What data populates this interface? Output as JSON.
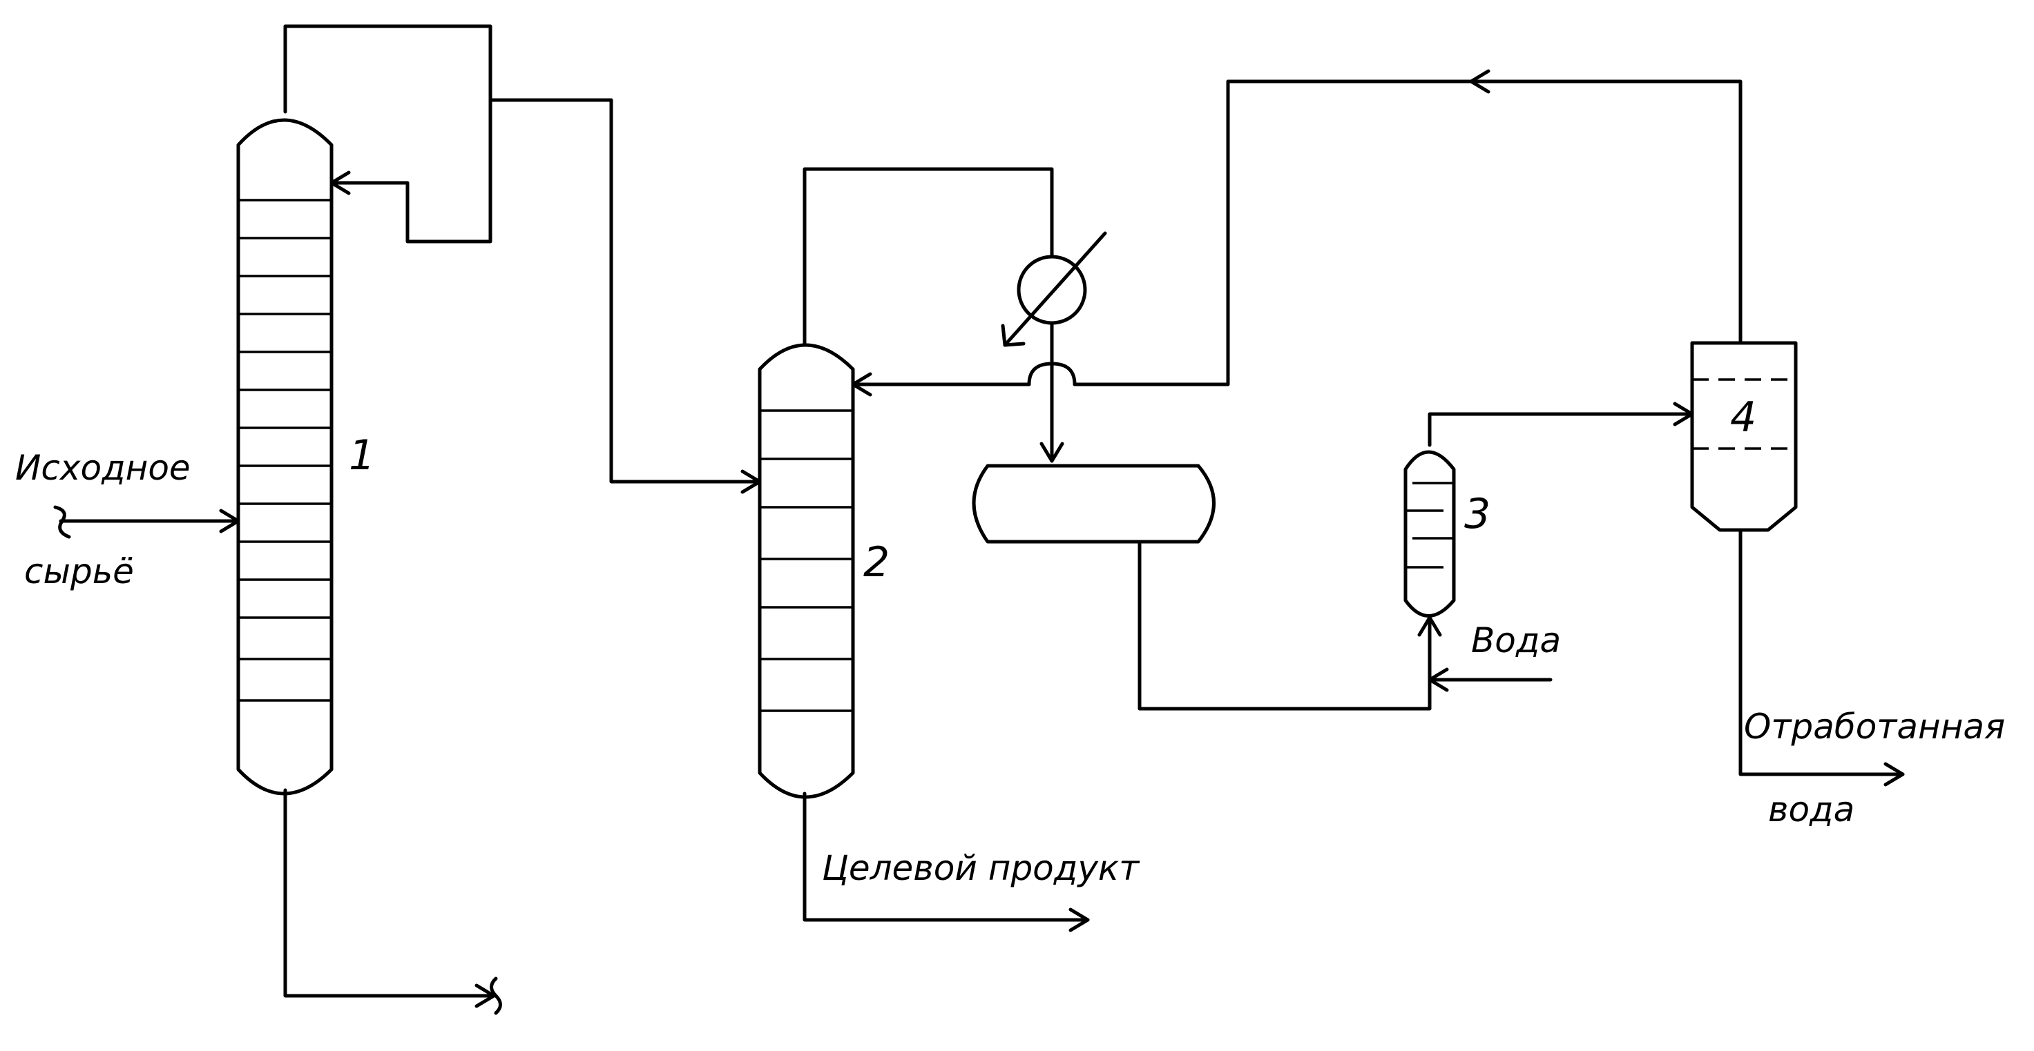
{
  "labels": {
    "feed_line1": "Исходное",
    "feed_line2": "сырьё",
    "target_product": "Целевой продукт",
    "water_in": "Вода",
    "waste_water_line1": "Отработанная",
    "waste_water_line2": "вода"
  },
  "equipment": [
    {
      "id": "1",
      "kind": "column"
    },
    {
      "id": "2",
      "kind": "column"
    },
    {
      "id": "3",
      "kind": "extractor"
    },
    {
      "id": "4",
      "kind": "separator"
    }
  ],
  "unnumbered": [
    "condenser",
    "receiver-drum"
  ]
}
